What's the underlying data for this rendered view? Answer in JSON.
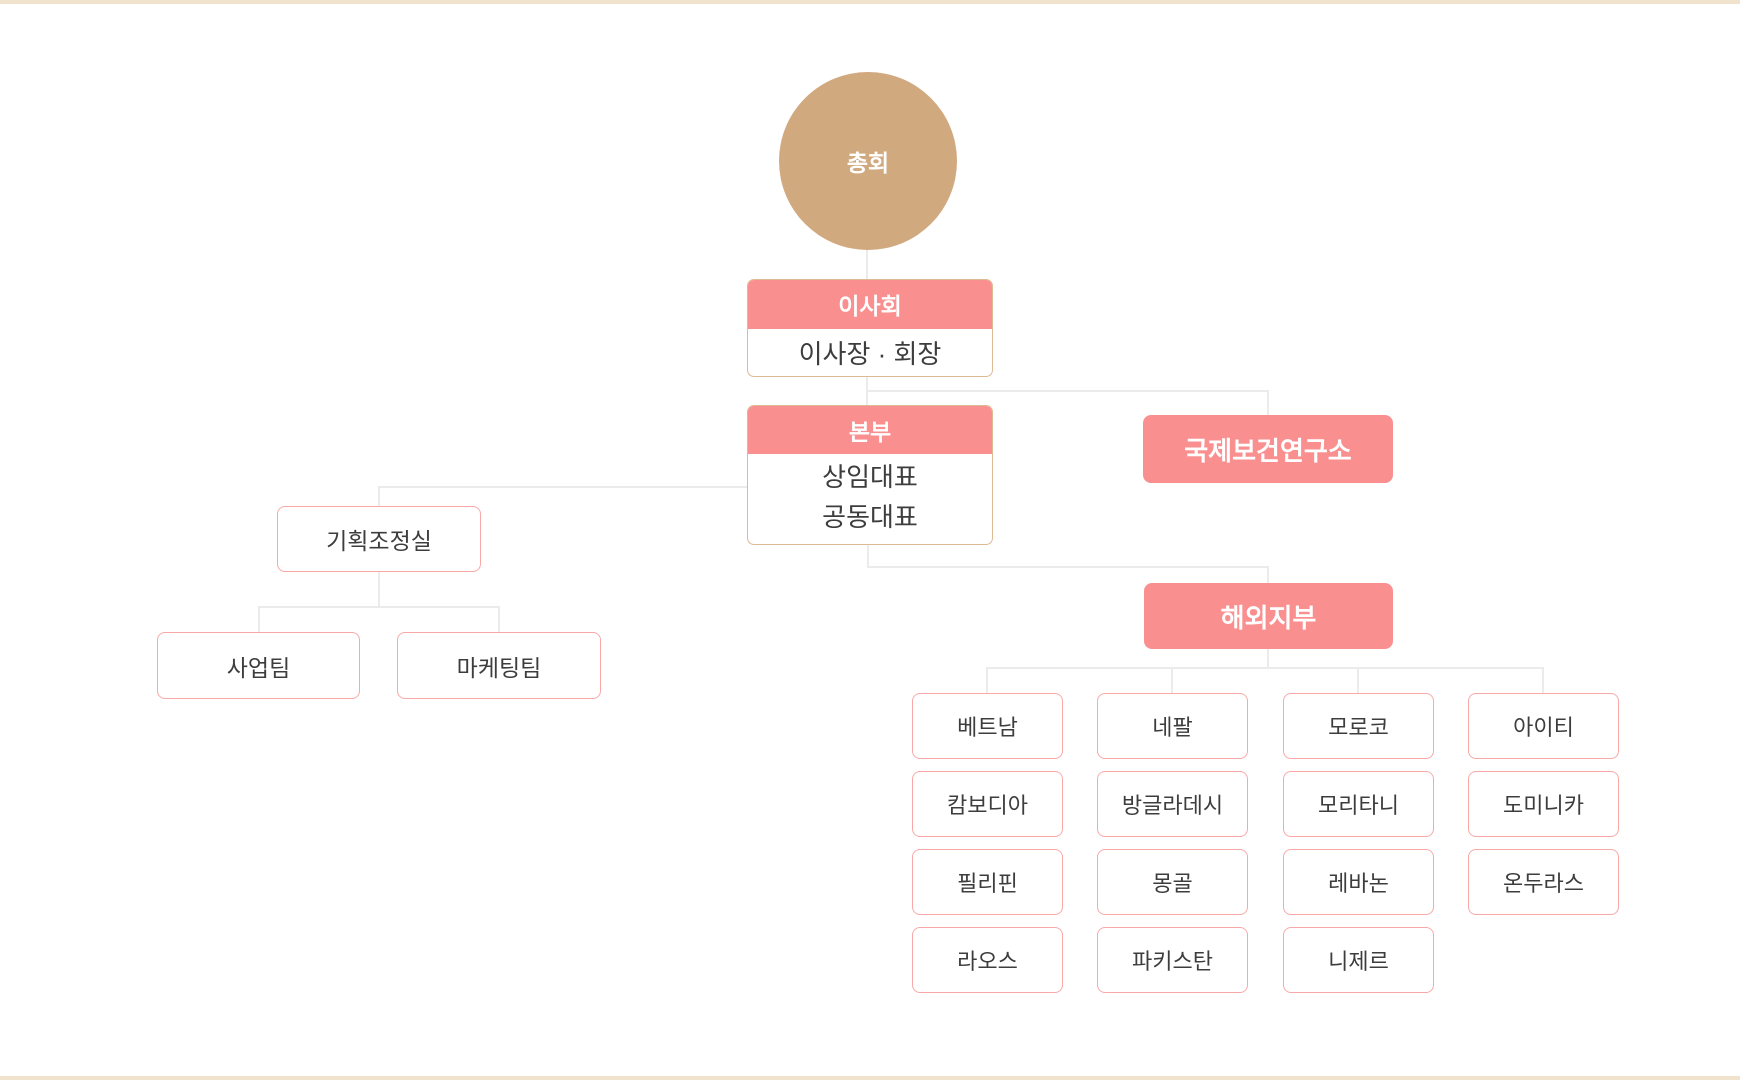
{
  "colors": {
    "accent_pink": "#fa8f90",
    "accent_tan_circle": "#d1a97f",
    "white_box_border_pink": "#f9a8a8",
    "split_box_border_tan": "#dcba92",
    "connector_gray": "#ebebeb",
    "text_dark": "#3d3d3d",
    "text_white": "#ffffff",
    "edge_bar_beige": "#f1e2cb"
  },
  "chart": {
    "assembly": {
      "label": "총회"
    },
    "board": {
      "title": "이사회",
      "officers": "이사장 · 회장"
    },
    "hq": {
      "title": "본부",
      "member1": "상임대표",
      "member2": "공동대표"
    },
    "institute": {
      "label": "국제보건연구소"
    },
    "planning": {
      "label": "기획조정실"
    },
    "teams": {
      "business": "사업팀",
      "marketing": "마케팅팀"
    },
    "overseas": {
      "label": "해외지부"
    },
    "branches": {
      "col1": [
        "베트남",
        "캄보디아",
        "필리핀",
        "라오스"
      ],
      "col2": [
        "네팔",
        "방글라데시",
        "몽골",
        "파키스탄"
      ],
      "col3": [
        "모로코",
        "모리타니",
        "레바논",
        "니제르"
      ],
      "col4": [
        "아이티",
        "도미니카",
        "온두라스"
      ]
    }
  }
}
